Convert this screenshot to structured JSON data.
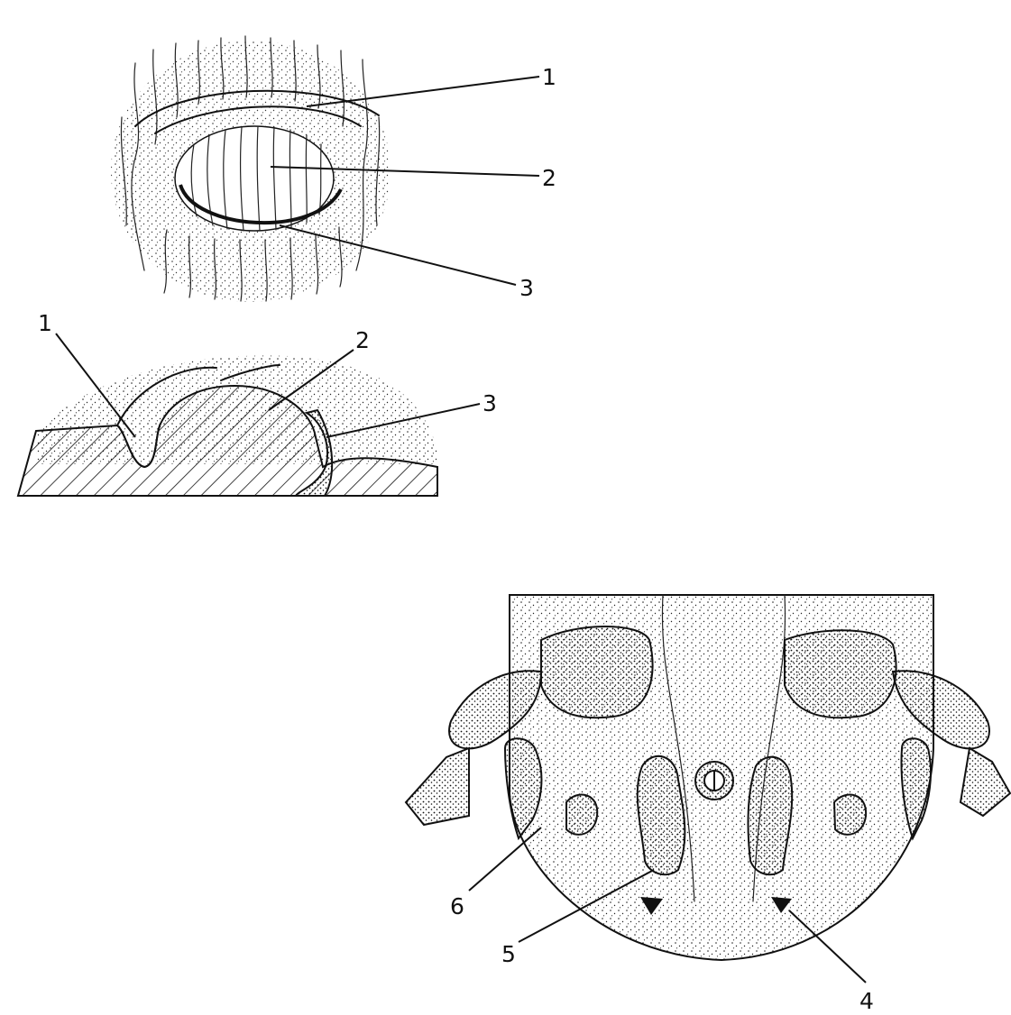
{
  "figure_a": {
    "labels": [
      "1",
      "2",
      "3"
    ]
  },
  "figure_b": {
    "labels": [
      "1",
      "2",
      "3"
    ]
  },
  "figure_c": {
    "labels": [
      "4",
      "5",
      "6"
    ]
  }
}
